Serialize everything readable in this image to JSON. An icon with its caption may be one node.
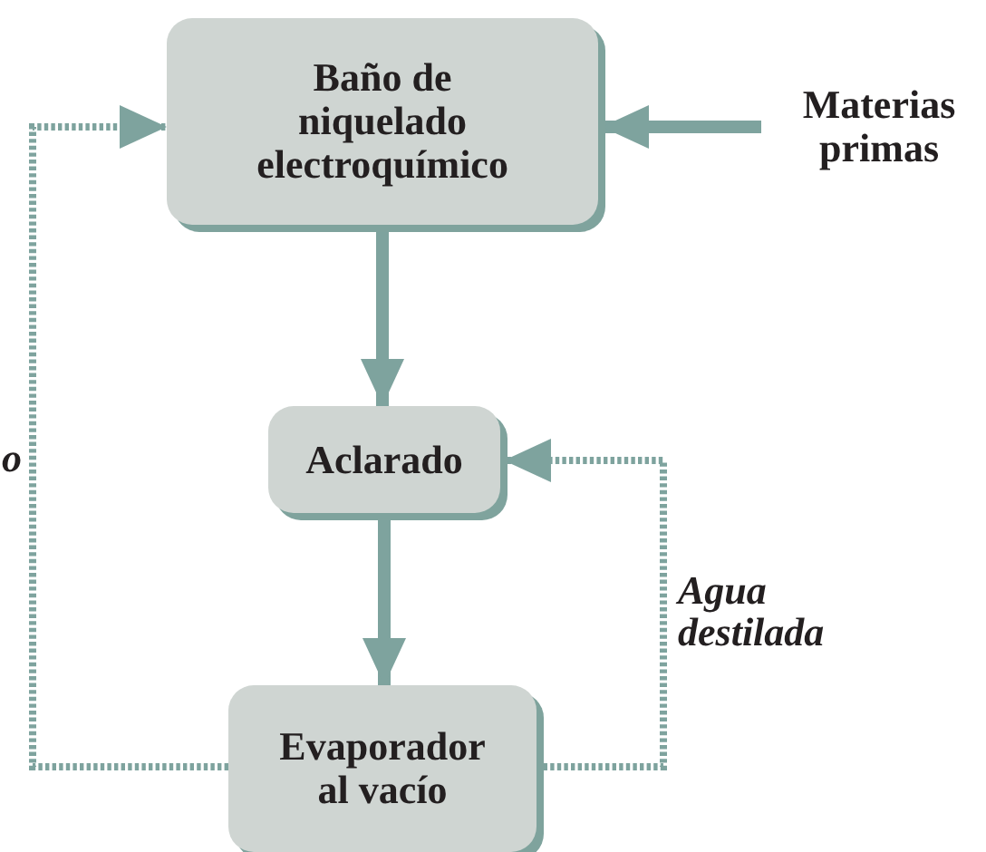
{
  "diagram": {
    "nodes": [
      {
        "text": [
          "Baño de niquelado electroquímico"
        ]
      },
      {
        "text": [
          "Aclarado"
        ]
      },
      {
        "text": [
          "Evaporador al vacío"
        ]
      },
      {
        "text": [
          "Materias primas"
        ]
      }
    ],
    "edges": [
      {
        "from": 3,
        "to": 0,
        "arrow": "to"
      },
      {
        "from": 0,
        "to": 1,
        "arrow": "to"
      },
      {
        "from": 1,
        "to": 2,
        "arrow": "to"
      },
      {
        "from": 2,
        "to": 0,
        "arrow": "to",
        "style": "dashed",
        "label": "o"
      },
      {
        "from": 2,
        "to": 1,
        "arrow": "to",
        "style": "dashed",
        "label": "Agua destilada"
      }
    ]
  }
}
